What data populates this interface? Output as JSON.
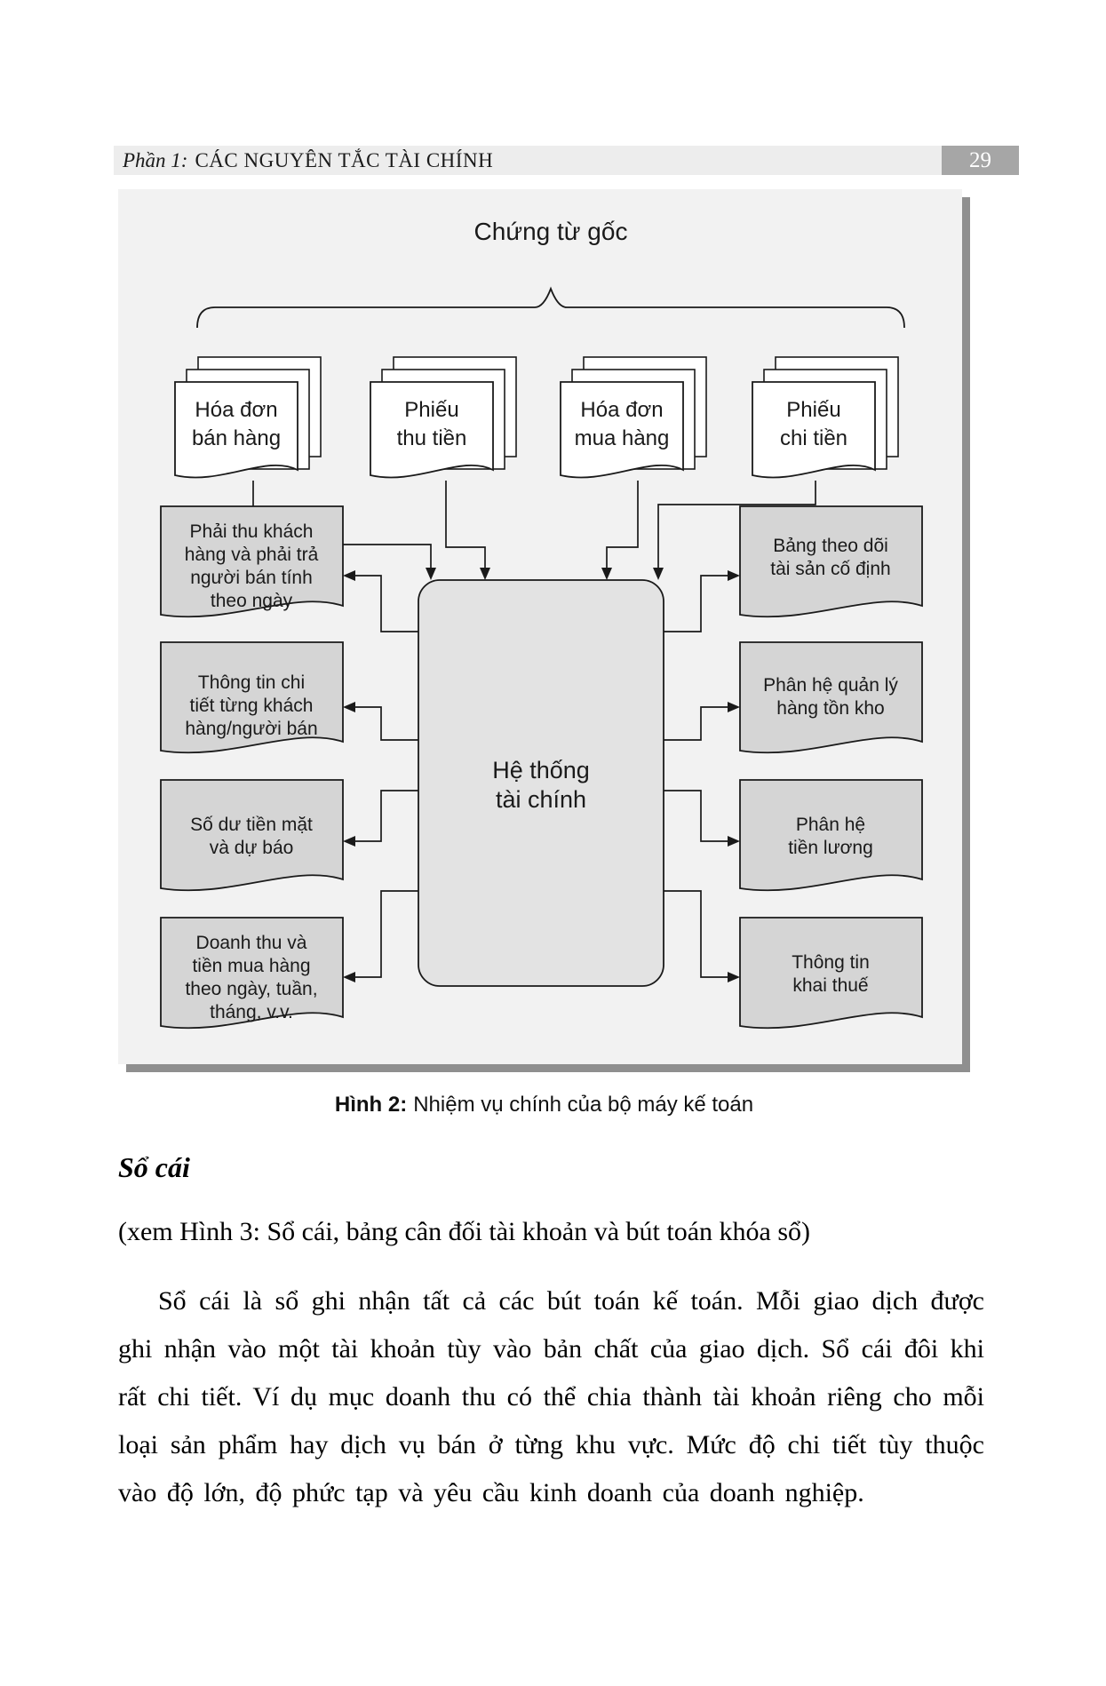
{
  "header": {
    "part_label": "Phần 1:",
    "part_title": "CÁC NGUYÊN TẮC TÀI CHÍNH",
    "page_number": "29"
  },
  "diagram": {
    "title": "Chứng từ gốc",
    "source_docs": [
      {
        "line1": "Hóa đơn",
        "line2": "bán hàng"
      },
      {
        "line1": "Phiếu",
        "line2": "thu tiền"
      },
      {
        "line1": "Hóa đơn",
        "line2": "mua hàng"
      },
      {
        "line1": "Phiếu",
        "line2": "chi tiền"
      }
    ],
    "center_box": {
      "line1": "Hệ thống",
      "line2": "tài chính"
    },
    "left_boxes": [
      {
        "lines": [
          "Phải thu khách",
          "hàng và phải trả",
          "người bán tính",
          "theo ngày"
        ]
      },
      {
        "lines": [
          "Thông tin chi",
          "tiết từng khách",
          "hàng/người bán"
        ]
      },
      {
        "lines": [
          "Số dư tiền mặt",
          "và dự báo"
        ]
      },
      {
        "lines": [
          "Doanh thu và",
          "tiền mua hàng",
          "theo ngày, tuần,",
          "tháng, v.v."
        ]
      }
    ],
    "right_boxes": [
      {
        "lines": [
          "Bảng theo dõi",
          "tài sản cố định"
        ]
      },
      {
        "lines": [
          "Phân hệ quản lý",
          "hàng tồn kho"
        ]
      },
      {
        "lines": [
          "Phân hệ",
          "tiền lương"
        ]
      },
      {
        "lines": [
          "Thông tin",
          "khai thuế"
        ]
      }
    ],
    "colors": {
      "panel_bg": "#f2f2f2",
      "panel_shadow": "#8f8f8f",
      "doc_fill": "#ffffff",
      "side_box_fill": "#d5d5d5",
      "center_box_fill": "#e3e3e3",
      "line_color": "#1a1a1a"
    }
  },
  "caption": {
    "label": "Hình 2:",
    "text": "Nhiệm vụ chính của bộ máy kế toán"
  },
  "section": {
    "heading": "Sổ cái",
    "intro": "(xem Hình 3: Sổ cái, bảng cân đối tài khoản và bút toán khóa sổ)",
    "paragraph": "Sổ cái là sổ ghi nhận tất cả các bút toán kế toán. Mỗi giao dịch được ghi nhận vào một tài khoản tùy vào bản chất của giao dịch. Sổ cái đôi khi rất chi tiết. Ví dụ mục doanh thu có thể chia thành tài khoản riêng cho mỗi loại sản phẩm hay dịch vụ bán ở từng khu vực. Mức độ chi tiết tùy thuộc vào độ lớn, độ phức tạp và yêu cầu kinh doanh của doanh nghiệp."
  }
}
